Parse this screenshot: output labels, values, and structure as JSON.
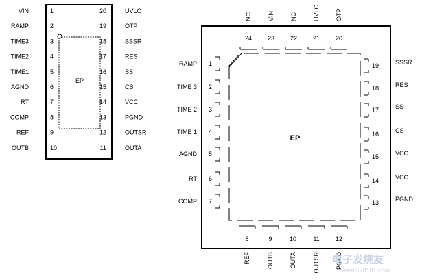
{
  "tssop": {
    "ep_label": "EP",
    "left_pins": [
      {
        "num": "1",
        "name": "VIN"
      },
      {
        "num": "2",
        "name": "RAMP"
      },
      {
        "num": "3",
        "name": "TIME3"
      },
      {
        "num": "4",
        "name": "TIME2"
      },
      {
        "num": "5",
        "name": "TIME1"
      },
      {
        "num": "6",
        "name": "AGND"
      },
      {
        "num": "7",
        "name": "RT"
      },
      {
        "num": "8",
        "name": "COMP"
      },
      {
        "num": "9",
        "name": "REF"
      },
      {
        "num": "10",
        "name": "OUTB"
      }
    ],
    "right_pins": [
      {
        "num": "20",
        "name": "UVLO"
      },
      {
        "num": "19",
        "name": "OTP"
      },
      {
        "num": "18",
        "name": "SSSR"
      },
      {
        "num": "17",
        "name": "RES"
      },
      {
        "num": "16",
        "name": "SS"
      },
      {
        "num": "15",
        "name": "CS"
      },
      {
        "num": "14",
        "name": "VCC"
      },
      {
        "num": "13",
        "name": "PGND"
      },
      {
        "num": "12",
        "name": "OUTSR"
      },
      {
        "num": "11",
        "name": "OUTA"
      }
    ]
  },
  "qfn": {
    "ep_label": "EP",
    "left_pins": [
      {
        "num": "1",
        "name": "RAMP"
      },
      {
        "num": "2",
        "name": "TIME 3"
      },
      {
        "num": "3",
        "name": "TIME 2"
      },
      {
        "num": "4",
        "name": "TIME 1"
      },
      {
        "num": "5",
        "name": "AGND"
      },
      {
        "num": "6",
        "name": "RT"
      },
      {
        "num": "7",
        "name": "COMP"
      }
    ],
    "bottom_pins": [
      {
        "num": "8",
        "name": "REF"
      },
      {
        "num": "9",
        "name": "OUTB"
      },
      {
        "num": "10",
        "name": "OUTA"
      },
      {
        "num": "11",
        "name": "OUTSR"
      },
      {
        "num": "12",
        "name": "PGND"
      }
    ],
    "right_pins": [
      {
        "num": "19",
        "name": "SSSR"
      },
      {
        "num": "18",
        "name": "RES"
      },
      {
        "num": "17",
        "name": "SS"
      },
      {
        "num": "16",
        "name": "CS"
      },
      {
        "num": "15",
        "name": "VCC"
      },
      {
        "num": "14",
        "name": "VCC"
      },
      {
        "num": "13",
        "name": "PGND"
      }
    ],
    "top_pins": [
      {
        "num": "24",
        "name": "NC"
      },
      {
        "num": "23",
        "name": "VIN"
      },
      {
        "num": "22",
        "name": "NC"
      },
      {
        "num": "21",
        "name": "UVLO"
      },
      {
        "num": "20",
        "name": "OTP"
      }
    ]
  },
  "watermark": {
    "text": "电子发烧友",
    "url": "www.520101.com"
  }
}
